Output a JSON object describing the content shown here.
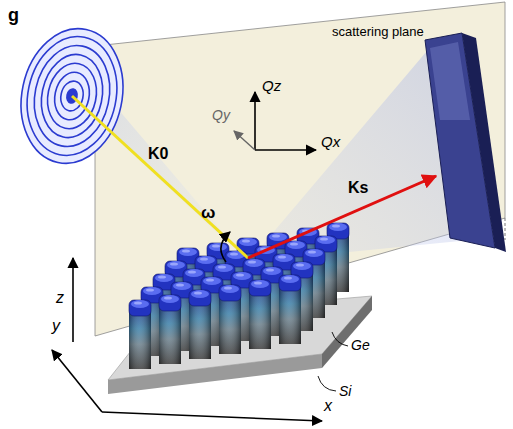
{
  "diagram": {
    "labels": [
      "g",
      "scattering plane",
      "Qz",
      "Qy",
      "Qx",
      "K0",
      "Ks",
      "ω",
      "Ge",
      "Si",
      "z",
      "y",
      "x"
    ]
  }
}
